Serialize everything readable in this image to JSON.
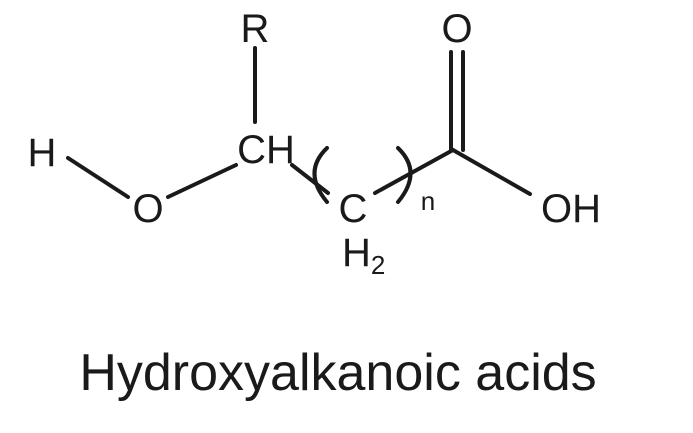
{
  "molecule": {
    "substituent_label": "R",
    "hydroxyl_h_label": "H",
    "hydroxyl_o_label": "O",
    "methine_label": "CH",
    "methylene_c_label": "C",
    "methylene_h_label": "H",
    "methylene_h_count": "2",
    "repeat_label": "n",
    "carbonyl_o_label": "O",
    "acid_oh_label": "OH"
  },
  "caption": {
    "text": "Hydroxyalkanoic acids"
  },
  "colors": {
    "ink": "#1a1a1a",
    "background": "#ffffff"
  }
}
